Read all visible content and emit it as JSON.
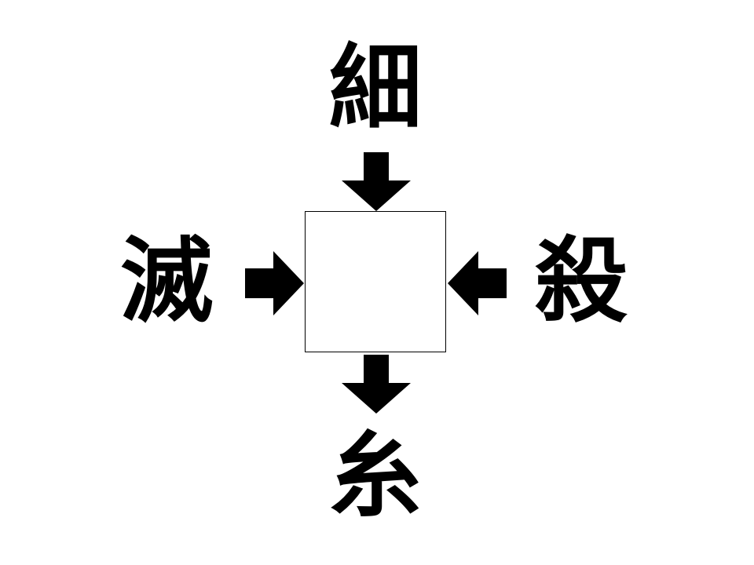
{
  "puzzle": {
    "top_kanji": "細",
    "left_kanji": "滅",
    "right_kanji": "殺",
    "bottom_kanji": "糸",
    "answer": ""
  },
  "colors": {
    "ink": "#000000",
    "background": "#ffffff"
  },
  "icons": {
    "top": "arrow-down-icon",
    "left": "arrow-right-icon",
    "right": "arrow-left-icon",
    "bottom": "arrow-down-icon"
  }
}
